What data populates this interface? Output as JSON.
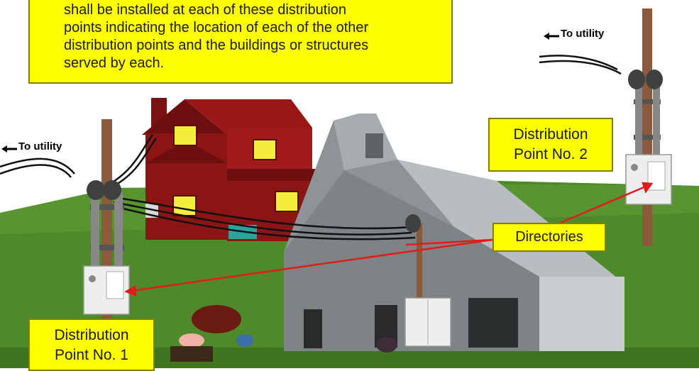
{
  "note": {
    "lines": [
      "shall be installed at each of these distribution",
      "points indicating the location of each of the other",
      "distribution points and the buildings or structures",
      "served by each."
    ]
  },
  "labels": {
    "to_utility_left": "To utility",
    "to_utility_right": "To utility",
    "distribution_point_2": [
      "Distribution",
      "Point No. 2"
    ],
    "distribution_point_1": [
      "Distribution",
      "Point No. 1"
    ],
    "directories": "Directories"
  },
  "colors": {
    "callout_fill": "#ffff00",
    "grass": "#4f8a2a",
    "house": "#8b1414",
    "barn": "#8e9496",
    "arrow": "#e31b1b",
    "pole": "#8a5a3a"
  },
  "icons": [
    "utility-pole-icon",
    "meter-icon",
    "distribution-panel-icon",
    "bull-icon",
    "pig-icon",
    "bird-icon",
    "turkey-icon"
  ]
}
